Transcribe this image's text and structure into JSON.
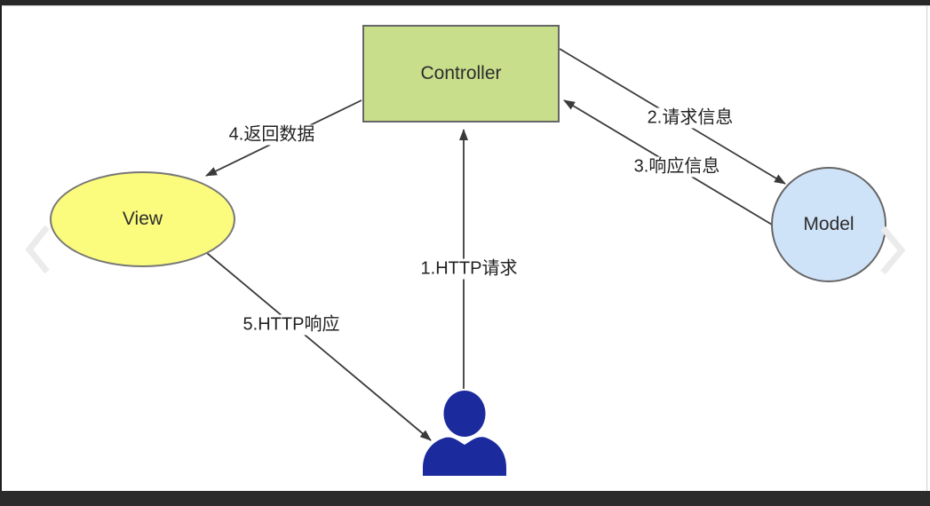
{
  "window": {
    "background": "#ffffff",
    "frame_color": "#282828"
  },
  "diagram": {
    "title_hint": "MVC request flow diagram",
    "nodes": [
      {
        "label": "Controller",
        "shape": "rectangle",
        "fill": "#c8de8b",
        "border": "#666666"
      },
      {
        "label": "View",
        "shape": "ellipse",
        "fill": "#fbfb7d",
        "border": "#777777"
      },
      {
        "label": "Model",
        "shape": "circle",
        "fill": "#cfe3f8",
        "border": "#666666"
      }
    ],
    "edges": [
      {
        "label": "1.HTTP请求",
        "from": "user",
        "to": "Controller"
      },
      {
        "label": "2.请求信息",
        "from": "Controller",
        "to": "Model"
      },
      {
        "label": "3.响应信息",
        "from": "Model",
        "to": "Controller"
      },
      {
        "label": "4.返回数据",
        "from": "Controller",
        "to": "View"
      },
      {
        "label": "5.HTTP响应",
        "from": "View",
        "to": "user"
      }
    ],
    "actor": {
      "name": "user-person-icon",
      "color": "#1b2a9d"
    },
    "line_color": "#3a3a3a"
  },
  "carousel": {
    "prev_icon": "chevron-left",
    "next_icon": "chevron-right",
    "color": "#ebebeb"
  }
}
